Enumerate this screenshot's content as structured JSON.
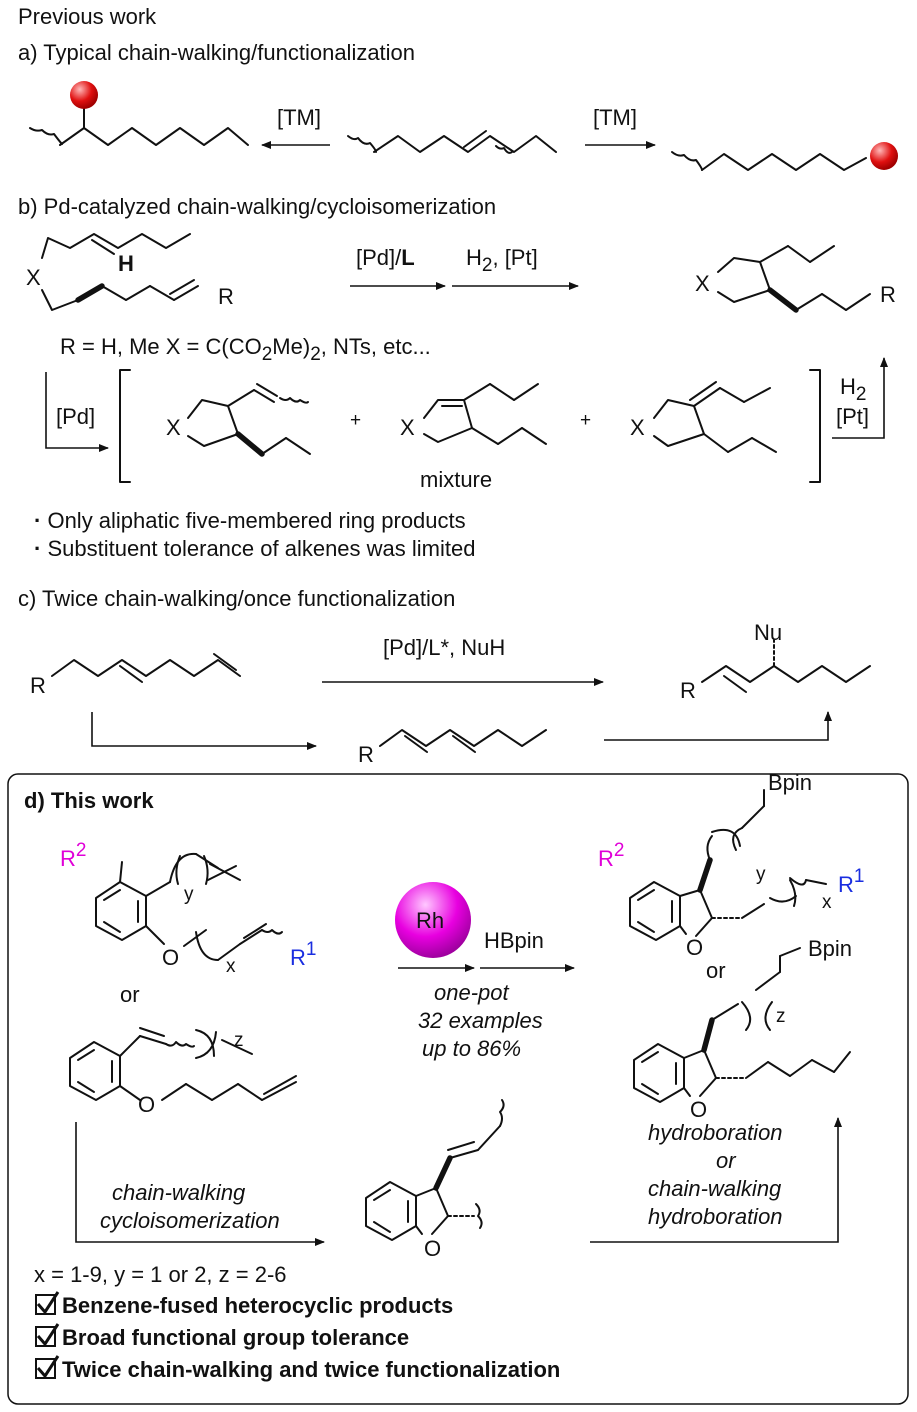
{
  "header": {
    "previous_work": "Previous work"
  },
  "section_a": {
    "title": "a) Typical chain-walking/functionalization",
    "tm_left": "[TM]",
    "tm_right": "[TM]"
  },
  "section_b": {
    "title": "b) Pd-catalyzed chain-walking/cycloisomerization",
    "x_label": "X",
    "h_label": "H",
    "r_label": "R",
    "pd_l": "[Pd]/",
    "pd_l_bold": "L",
    "h2_pt": "H",
    "h2_pt_sub": "2",
    "h2_pt_rest": ", [Pt]",
    "conditions_text": "R = H, Me  X = C(CO",
    "conditions_sub": "2",
    "conditions_rest": "Me)",
    "conditions_sub2": "2",
    "conditions_end": ", NTs, etc...",
    "pd": "[Pd]",
    "plus": "+",
    "mixture": "mixture",
    "h2": "H",
    "h2_sub": "2",
    "pt": "[Pt]",
    "note1": "Only  aliphatic five-membered ring products",
    "note2": "Substituent  tolerance of alkenes was limited"
  },
  "section_c": {
    "title": "c) Twice  chain-walking/once functionalization",
    "conditions": "[Pd]/L*, NuH",
    "r": "R",
    "nu": "Nu"
  },
  "section_d": {
    "title": "d) This work",
    "r2": "R",
    "r2_sup": "2",
    "r1": "R",
    "r1_sup": "1",
    "o": "O",
    "y": "y",
    "x": "x",
    "z": "z",
    "or": "or",
    "rh": "Rh",
    "hbpin": "HBpin",
    "one_pot": "one-pot",
    "examples": "32 examples",
    "yield": "up to 86%",
    "bpin": "Bpin",
    "cw1": "chain-walking",
    "cw2": "cycloisomerization",
    "hb1": "hydroboration",
    "hb_or": "or",
    "hb2": "chain-walking",
    "hb3": "hydroboration",
    "ranges": "x = 1-9, y = 1 or 2, z = 2-6",
    "check1": "Benzene-fused heterocyclic products",
    "check2": "Broad functional group tolerance",
    "check3": "Twice chain-walking and twice functionalization"
  },
  "colors": {
    "r2": "#e000d8",
    "r1": "#1a2ee0",
    "ball_highlight": "#ffb8b8",
    "ball": "#e01010",
    "rh_highlight": "#ffc8ff",
    "rh": "#e800e0"
  }
}
